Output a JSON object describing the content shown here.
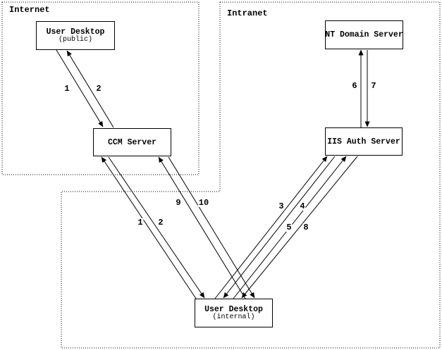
{
  "diagram": {
    "zones": [
      {
        "id": "internet",
        "label": "Internet"
      },
      {
        "id": "intranet",
        "label": "Intranet"
      }
    ],
    "nodes": [
      {
        "id": "user-desktop-public",
        "title": "User Desktop",
        "subtitle": "(public)",
        "zone": "internet"
      },
      {
        "id": "ccm-server",
        "title": "CCM Server",
        "subtitle": "",
        "zone": "internet"
      },
      {
        "id": "nt-domain-server",
        "title": "NT Domain Server",
        "subtitle": "",
        "zone": "intranet"
      },
      {
        "id": "iis-auth-server",
        "title": "IIS Auth Server",
        "subtitle": "",
        "zone": "intranet"
      },
      {
        "id": "user-desktop-internal",
        "title": "User Desktop",
        "subtitle": "(internal)",
        "zone": "intranet"
      }
    ],
    "connections": [
      {
        "step": "1",
        "from": "user-desktop-public",
        "to": "ccm-server"
      },
      {
        "step": "2",
        "from": "ccm-server",
        "to": "user-desktop-public"
      },
      {
        "step": "1",
        "from": "user-desktop-internal",
        "to": "ccm-server"
      },
      {
        "step": "2",
        "from": "ccm-server",
        "to": "user-desktop-internal"
      },
      {
        "step": "9",
        "from": "user-desktop-internal",
        "to": "ccm-server"
      },
      {
        "step": "10",
        "from": "ccm-server",
        "to": "user-desktop-internal"
      },
      {
        "step": "3",
        "from": "user-desktop-internal",
        "to": "iis-auth-server"
      },
      {
        "step": "4",
        "from": "iis-auth-server",
        "to": "user-desktop-internal"
      },
      {
        "step": "5",
        "from": "user-desktop-internal",
        "to": "iis-auth-server"
      },
      {
        "step": "8",
        "from": "iis-auth-server",
        "to": "user-desktop-internal"
      },
      {
        "step": "6",
        "from": "iis-auth-server",
        "to": "nt-domain-server"
      },
      {
        "step": "7",
        "from": "nt-domain-server",
        "to": "iis-auth-server"
      }
    ],
    "colors": {
      "background": "#ffffff",
      "line": "#000000",
      "text": "#000000"
    }
  }
}
